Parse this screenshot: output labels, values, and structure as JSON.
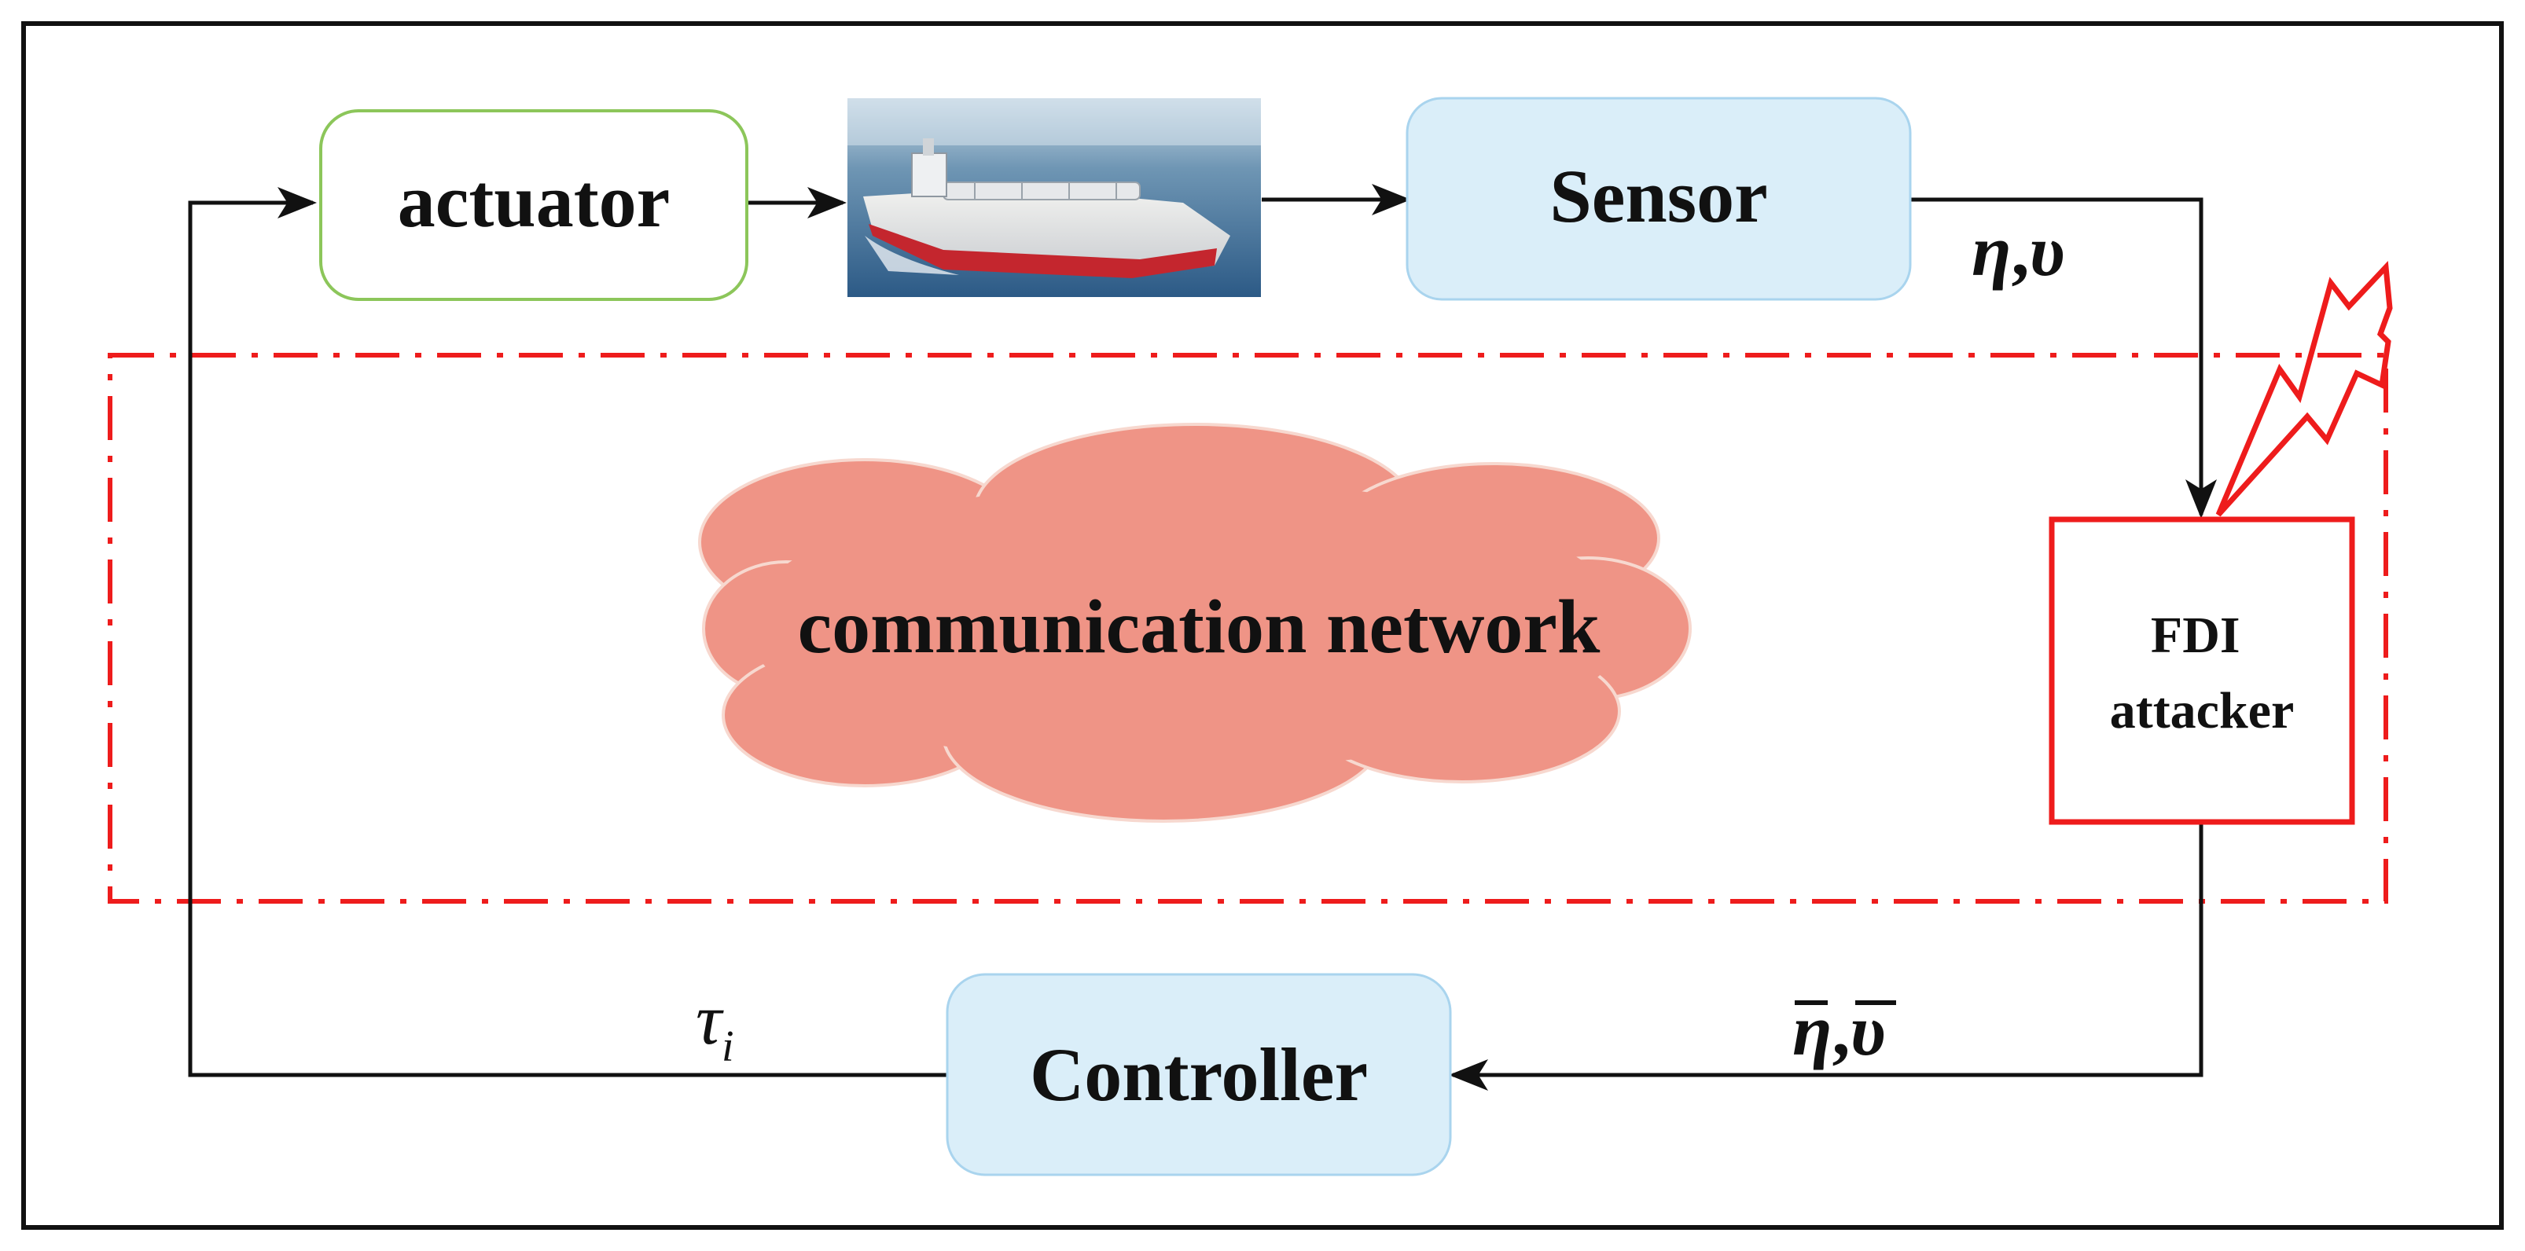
{
  "blocks": {
    "actuator": "actuator",
    "sensor": "Sensor",
    "controller": "Controller",
    "network": "communication network",
    "attacker_line1": "FDI",
    "attacker_line2": "attacker"
  },
  "signals": {
    "sensor_out_1": "η",
    "sensor_out_sep": ",",
    "sensor_out_2": "υ",
    "attack_out_1": "η",
    "attack_out_sep": ",",
    "attack_out_2": "υ",
    "control_out": "τ",
    "control_out_sub": "i"
  },
  "colors": {
    "attack_red": "#ee1c1c",
    "cloud_fill": "#ef9486",
    "sensor_fill": "#daeef9",
    "actuator_border": "#8cc65a"
  },
  "icons": {
    "vessel": "ship-image",
    "attack": "lightning-bolt-icon",
    "network": "cloud-shape"
  }
}
